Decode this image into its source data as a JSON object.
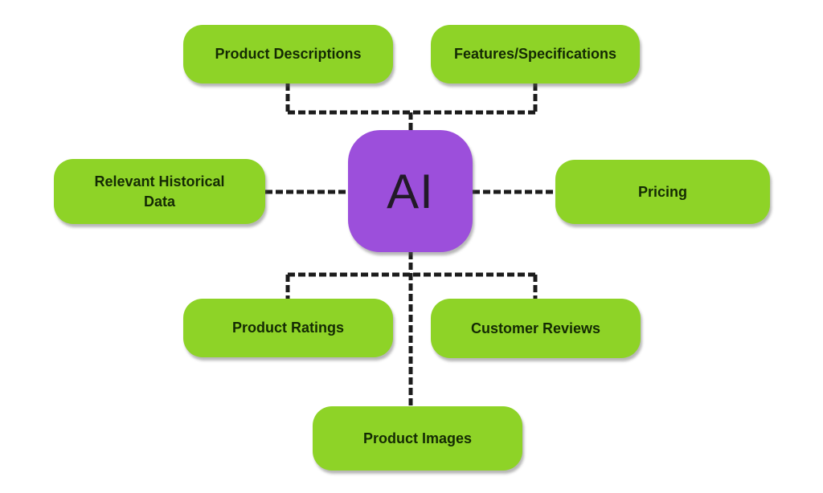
{
  "diagram": {
    "center_node": {
      "label": "AI"
    },
    "nodes": {
      "product_descriptions": {
        "label": "Product Descriptions"
      },
      "features_specifications": {
        "label": "Features/Specifications"
      },
      "relevant_historical_data": {
        "label": "Relevant Historical Data"
      },
      "pricing": {
        "label": "Pricing"
      },
      "product_ratings": {
        "label": "Product Ratings"
      },
      "customer_reviews": {
        "label": "Customer Reviews"
      },
      "product_images": {
        "label": "Product Images"
      }
    },
    "connector_style": "dashed"
  },
  "colors": {
    "node_fill": "#8ed327",
    "node_text": "#142a04",
    "center_fill": "#9c4fdb",
    "center_text": "#221a28",
    "connector": "#1c1c1c",
    "canvas_bg": "#ffffff"
  }
}
